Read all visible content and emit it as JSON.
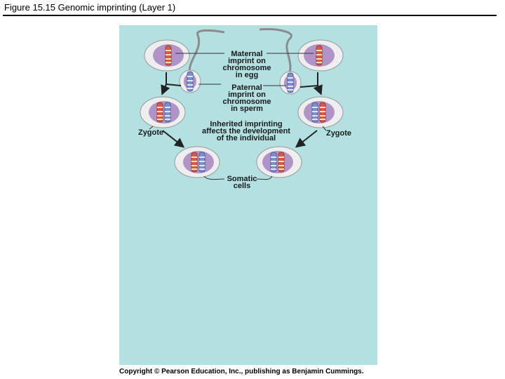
{
  "title": "Figure 15.15 Genomic imprinting (Layer 1)",
  "labels": {
    "maternal": [
      "Maternal",
      "imprint on",
      "chromosome",
      "in egg"
    ],
    "paternal": [
      "Paternal",
      "imprint on",
      "chromosome",
      "in sperm"
    ],
    "inherited": [
      "Inherited imprinting",
      "affects the development",
      "of the individual"
    ],
    "zygote_left": "Zygote",
    "zygote_right": "Zygote",
    "somatic": [
      "Somatic",
      "cells"
    ]
  },
  "copyright": "Copyright © Pearson Education, Inc., publishing as Benjamin Cummings.",
  "colors": {
    "background": "#b3e0e0",
    "cell_fill": "#eeeeee",
    "nucleus": "#b094c8",
    "maternal_chromosome": "#d8574a",
    "paternal_chromosome": "#7b8fd0",
    "sperm_tail": "#8c8c8c"
  }
}
